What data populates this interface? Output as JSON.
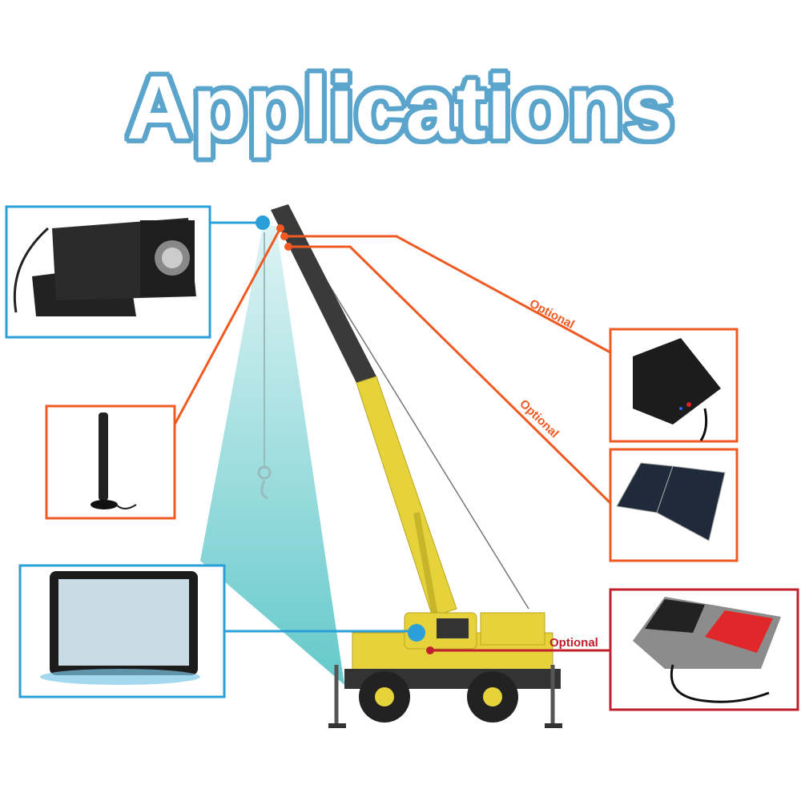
{
  "title": "Applications",
  "labels": {
    "optional_battery": "Optional",
    "optional_solar": "Optional",
    "optional_pedal": "Optional"
  },
  "colors": {
    "title_outline": "#5ba4cc",
    "blue": "#2a9fd8",
    "orange": "#f05a22",
    "red": "#c0202e",
    "beam": "#5cc6c8",
    "crane_yellow": "#e6d23a"
  },
  "items": [
    {
      "name": "camera",
      "icon": "camera-icon"
    },
    {
      "name": "antenna",
      "icon": "antenna-icon"
    },
    {
      "name": "monitor",
      "icon": "monitor-icon"
    },
    {
      "name": "battery",
      "icon": "battery-icon"
    },
    {
      "name": "solar-panel",
      "icon": "solar-panel-icon"
    },
    {
      "name": "foot-pedal",
      "icon": "foot-pedal-icon"
    }
  ]
}
